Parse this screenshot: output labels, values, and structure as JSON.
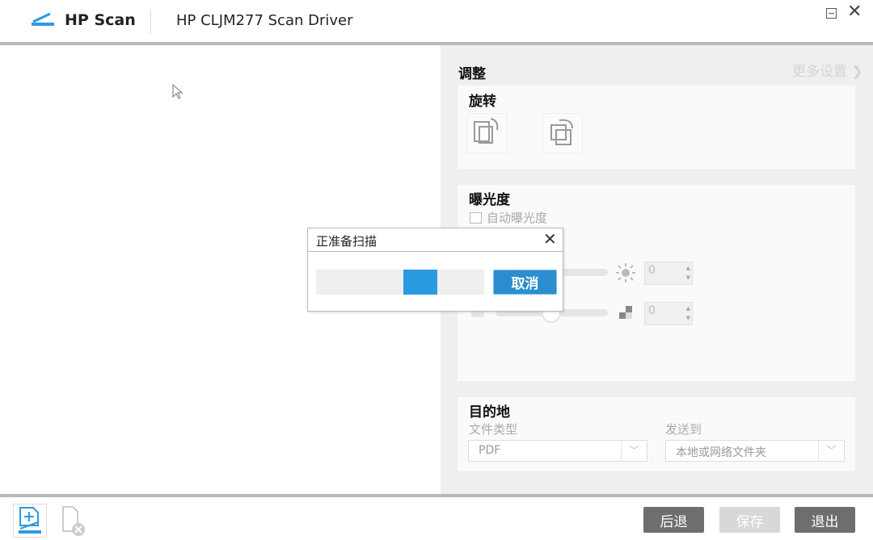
{
  "app": {
    "name": "HP Scan",
    "driver": "HP CLJM277 Scan Driver"
  },
  "panel": {
    "title": "调整",
    "more_settings": "更多设置",
    "rotate": {
      "title": "旋转"
    },
    "exposure": {
      "title": "曝光度",
      "auto_label": "自动曝光度",
      "auto_checked": false,
      "brightness": "0",
      "contrast": "0"
    },
    "destination": {
      "title": "目的地",
      "file_type_label": "文件类型",
      "file_type": "PDF",
      "send_to_label": "发送到",
      "send_to": "本地或网络文件夹"
    }
  },
  "dialog": {
    "title": "正准备扫描",
    "cancel": "取消",
    "progress": "indeterminate"
  },
  "footer": {
    "back": "后退",
    "save": "保存",
    "exit": "退出"
  },
  "colors": {
    "accent": "#2b9be0",
    "button_dark": "#6e6e6e",
    "button_disabled": "#d8d8d8"
  }
}
